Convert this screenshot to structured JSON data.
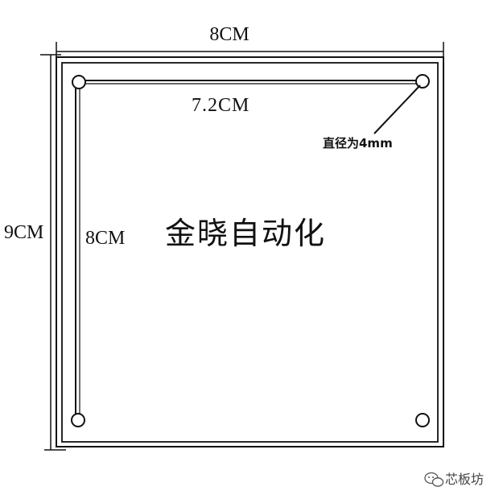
{
  "dimensions": {
    "outer_width": "8CM",
    "outer_height": "9CM",
    "hole_span_horizontal": "7.2CM",
    "hole_span_vertical": "8CM",
    "hole_diameter": "直径为4mm"
  },
  "brand": {
    "name": "金晓自动化"
  },
  "watermark": {
    "text": "芯板坊"
  },
  "colors": {
    "line": "#111111",
    "background": "#ffffff"
  }
}
